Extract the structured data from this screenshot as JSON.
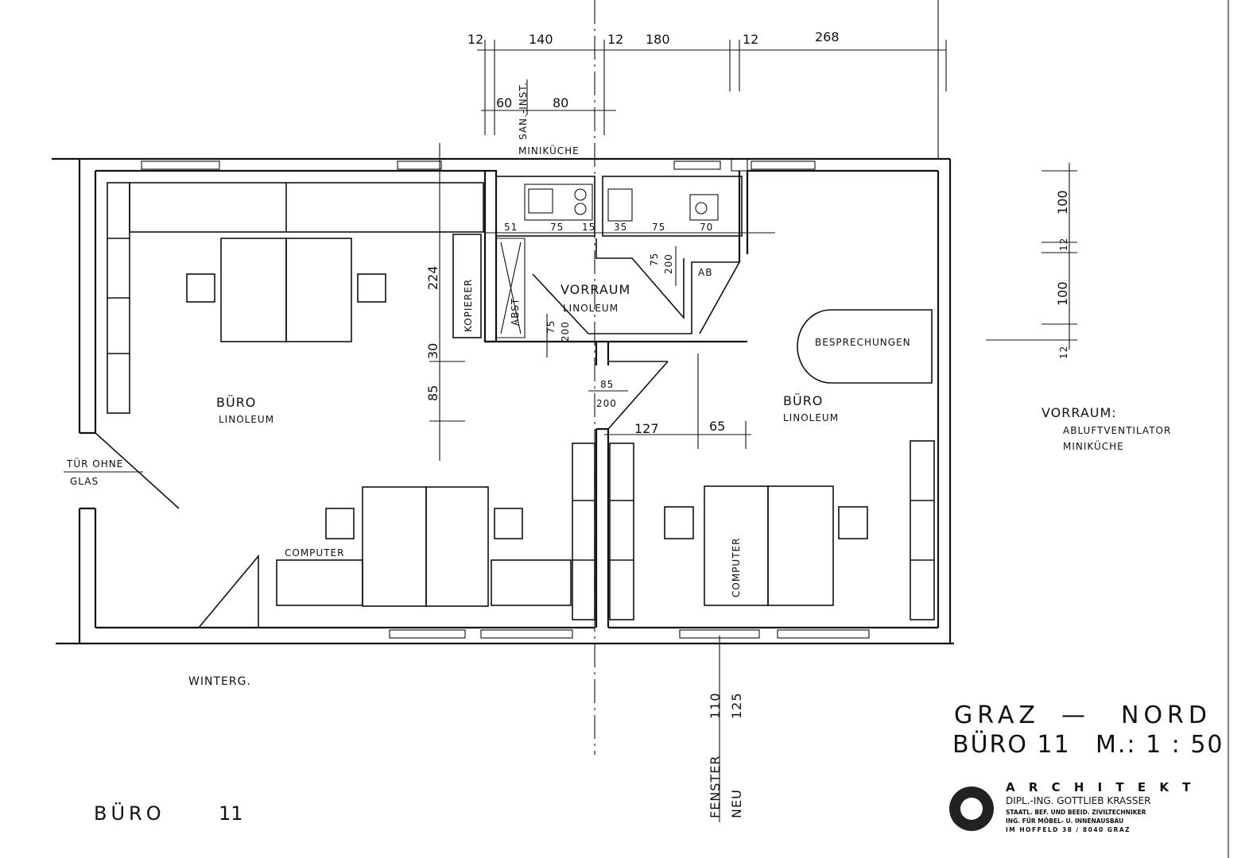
{
  "plan": {
    "rooms": {
      "office_left": {
        "name": "BÜRO",
        "floor": "LINOLEUM"
      },
      "office_right": {
        "name": "BÜRO",
        "floor": "LINOLEUM"
      },
      "vestibule": {
        "name": "VORRAUM",
        "floor": "LINOLEUM"
      },
      "kitchen": "MINIKÜCHE",
      "winter_garden": "WINTERG."
    },
    "furniture": {
      "copier": "KOPIERER",
      "abst": "ABST",
      "ab": "AB",
      "meeting": "BESPRECHUNGEN",
      "computer_left": "COMPUTER",
      "computer_right": "COMPUTER"
    },
    "door_note": {
      "line1": "TÜR OHNE",
      "line2": "GLAS"
    },
    "san_inst": "SAN.-INST.",
    "window_note": {
      "label": "FENSTER",
      "neu": "NEU",
      "w": "110",
      "h": "125"
    },
    "dimensions": {
      "top": [
        "12",
        "140",
        "12",
        "180",
        "12",
        "268"
      ],
      "top2": [
        "60",
        "80"
      ],
      "kitchen": [
        "51",
        "75",
        "15",
        "35",
        "75",
        "70"
      ],
      "left_vertical": [
        "224",
        "30",
        "85"
      ],
      "door_a": {
        "w": "75",
        "h": "200"
      },
      "door_b": {
        "w": "75",
        "h": "200"
      },
      "door_c": {
        "w": "85",
        "h": "200"
      },
      "right_office": [
        "127",
        "65"
      ],
      "window_detail": [
        "100",
        "12",
        "100",
        "12"
      ]
    }
  },
  "notes": {
    "title": "VORRAUM:",
    "lines": [
      "ABLUFTVENTILATOR",
      "MINIKÜCHE"
    ]
  },
  "sheet_label": {
    "name": "BÜRO",
    "number": "11"
  },
  "title_block": {
    "line1_left": "GRAZ",
    "line1_dash": "—",
    "line1_right": "NORD",
    "line2_left": "BÜRO 11",
    "line2_right": "M.: 1 : 50",
    "architect": "A R C H I T E K T",
    "name": "DIPL.-ING. GOTTLIEB KRASSER",
    "line3": "STAATL. BEF. UND BEEID. ZIVILTECHNIKER",
    "line4": "ING. FÜR MÖBEL- U. INNENAUSBAU",
    "line5": "IM HOFFELD 38 / 8040 GRAZ"
  }
}
